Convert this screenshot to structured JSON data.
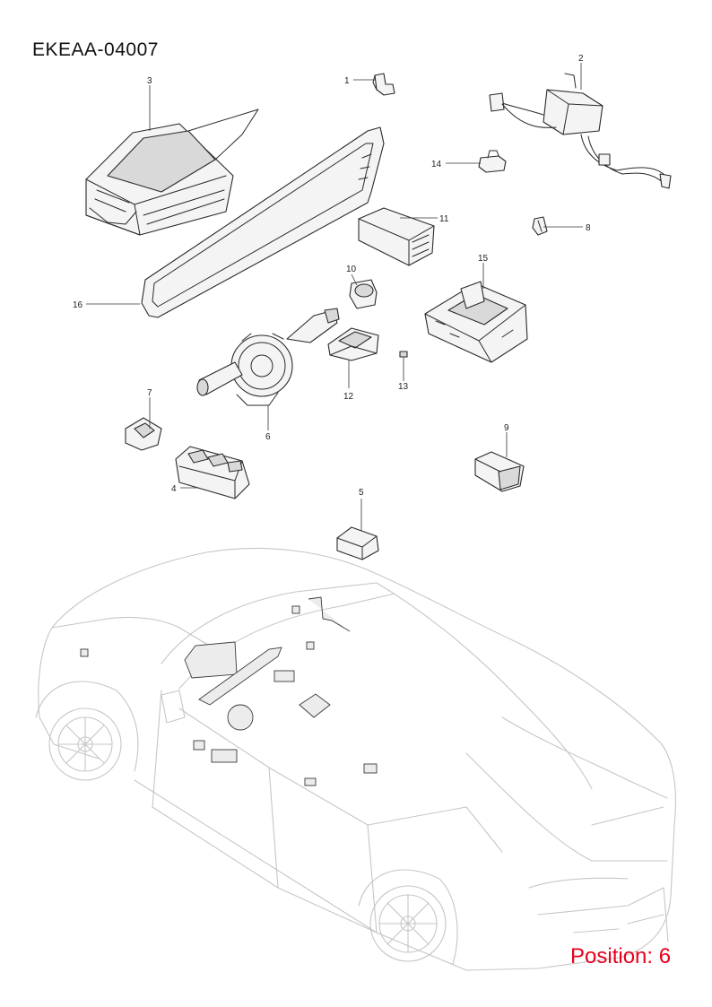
{
  "diagram": {
    "title": "EKEAA-04007",
    "position_label": "Position: 6"
  },
  "callouts": [
    {
      "id": "1",
      "label": "1"
    },
    {
      "id": "2",
      "label": "2"
    },
    {
      "id": "3",
      "label": "3"
    },
    {
      "id": "4",
      "label": "4"
    },
    {
      "id": "5",
      "label": "5"
    },
    {
      "id": "6",
      "label": "6"
    },
    {
      "id": "7",
      "label": "7"
    },
    {
      "id": "8",
      "label": "8"
    },
    {
      "id": "9",
      "label": "9"
    },
    {
      "id": "10",
      "label": "10"
    },
    {
      "id": "11",
      "label": "11"
    },
    {
      "id": "12",
      "label": "12"
    },
    {
      "id": "13",
      "label": "13"
    },
    {
      "id": "14",
      "label": "14"
    },
    {
      "id": "15",
      "label": "15"
    },
    {
      "id": "16",
      "label": "16"
    }
  ],
  "colors": {
    "position_label": "#e8001c",
    "car_outline": "#c6c6c6",
    "part_outline": "#2a2a2a"
  }
}
